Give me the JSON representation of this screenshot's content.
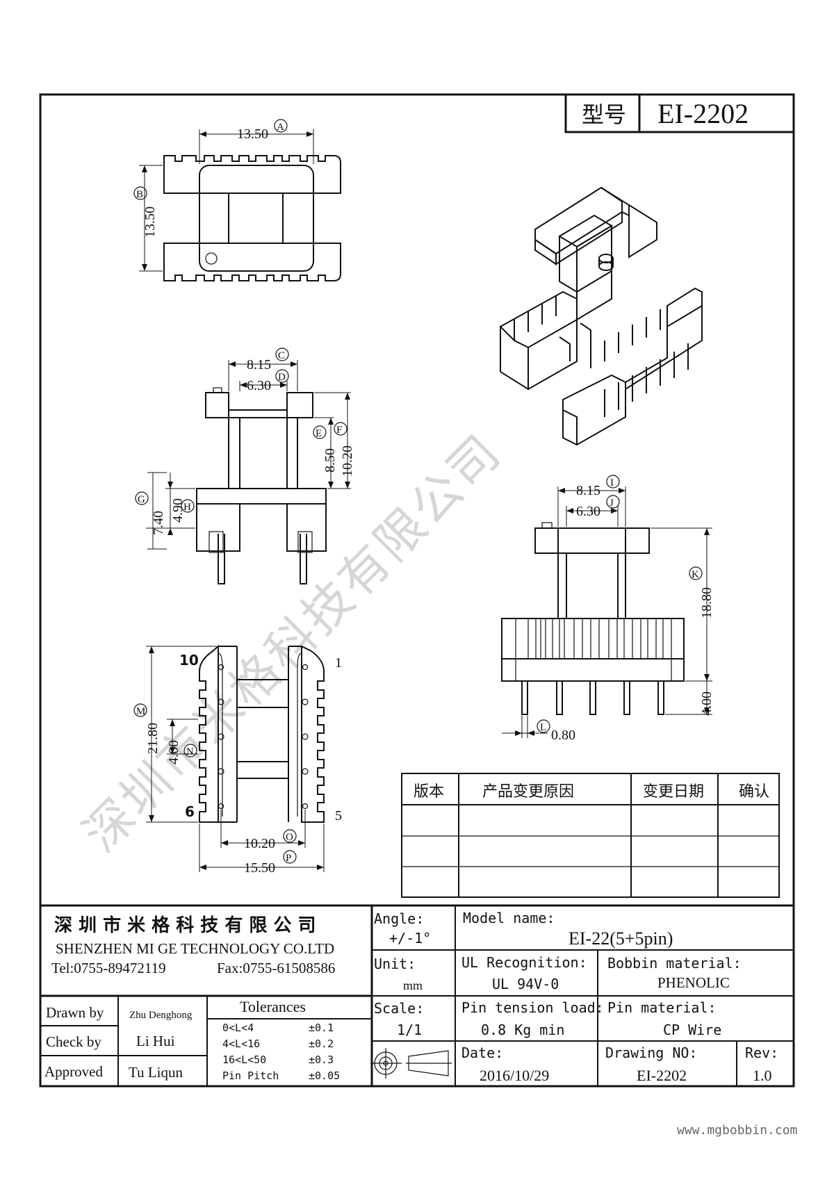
{
  "title_block": {
    "model_label": "型号",
    "model_value": "EI-2202",
    "company_cn": "深 圳 市 米 格 科 技 有 限 公 司",
    "company_en": "SHENZHEN  MI GE TECHNOLOGY  CO.LTD",
    "tel": "Tel:0755-89472119",
    "fax": "Fax:0755-61508586",
    "angle_label": "Angle:",
    "angle_value": "+/-1°",
    "model_name_label": "Model name:",
    "model_name_value": "EI-22(5+5pin)",
    "unit_label": "Unit:",
    "unit_value": "mm",
    "ul_label": "UL Recognition:",
    "ul_value": "UL 94V-0",
    "bobbin_label": "Bobbin material:",
    "bobbin_value": "PHENOLIC",
    "scale_label": "Scale:",
    "scale_value": "1/1",
    "pin_tension_label": "Pin tension load:",
    "pin_tension_value": "0.8 Kg min",
    "pin_material_label": "Pin material:",
    "pin_material_value": "CP Wire",
    "date_label": "Date:",
    "date_value": "2016/10/29",
    "drawing_no_label": "Drawing NO:",
    "drawing_no_value": "EI-2202",
    "rev_label": "Rev:",
    "rev_value": "1.0",
    "drawn_label": "Drawn by",
    "drawn_value": "Zhu Denghong",
    "check_label": "Check by",
    "check_value": "Li Hui",
    "approved_label": "Approved",
    "approved_value": "Tu Liqun",
    "tolerances_label": "Tolerances",
    "tolerances": [
      {
        "range": "0<L<4",
        "value": "±0.1"
      },
      {
        "range": "4<L<16",
        "value": "±0.2"
      },
      {
        "range": "16<L<50",
        "value": "±0.3"
      },
      {
        "range": "Pin Pitch",
        "value": "±0.05"
      }
    ]
  },
  "revision_table": {
    "headers": [
      "版本",
      "产品变更原因",
      "变更日期",
      "确认"
    ]
  },
  "dimensions": {
    "A": {
      "tag": "A",
      "value": "13.50"
    },
    "B": {
      "tag": "B",
      "value": "13.50"
    },
    "C": {
      "tag": "C",
      "value": "8.15"
    },
    "D": {
      "tag": "D",
      "value": "6.30"
    },
    "E": {
      "tag": "E",
      "value": "8.50"
    },
    "F": {
      "tag": "F",
      "value": "10.20"
    },
    "G": {
      "tag": "G",
      "value": "7.40"
    },
    "H": {
      "tag": "H",
      "value": "4.90"
    },
    "I": {
      "tag": "I",
      "value": "8.15"
    },
    "J": {
      "tag": "J",
      "value": "6.30"
    },
    "K": {
      "tag": "K",
      "value": "18.80"
    },
    "K2": {
      "value": "4.00"
    },
    "L": {
      "tag": "L",
      "value": "0.80"
    },
    "M": {
      "tag": "M",
      "value": "21.80"
    },
    "N": {
      "tag": "N",
      "value": "4.00"
    },
    "O": {
      "tag": "O",
      "value": "10.20"
    },
    "P": {
      "tag": "P",
      "value": "15.50"
    }
  },
  "pin_labels": {
    "p10": "10",
    "p1": "1",
    "p6": "6",
    "p5": "5"
  },
  "watermark": "深圳市米格科技有限公司",
  "website": "www.mgbobbin.com"
}
